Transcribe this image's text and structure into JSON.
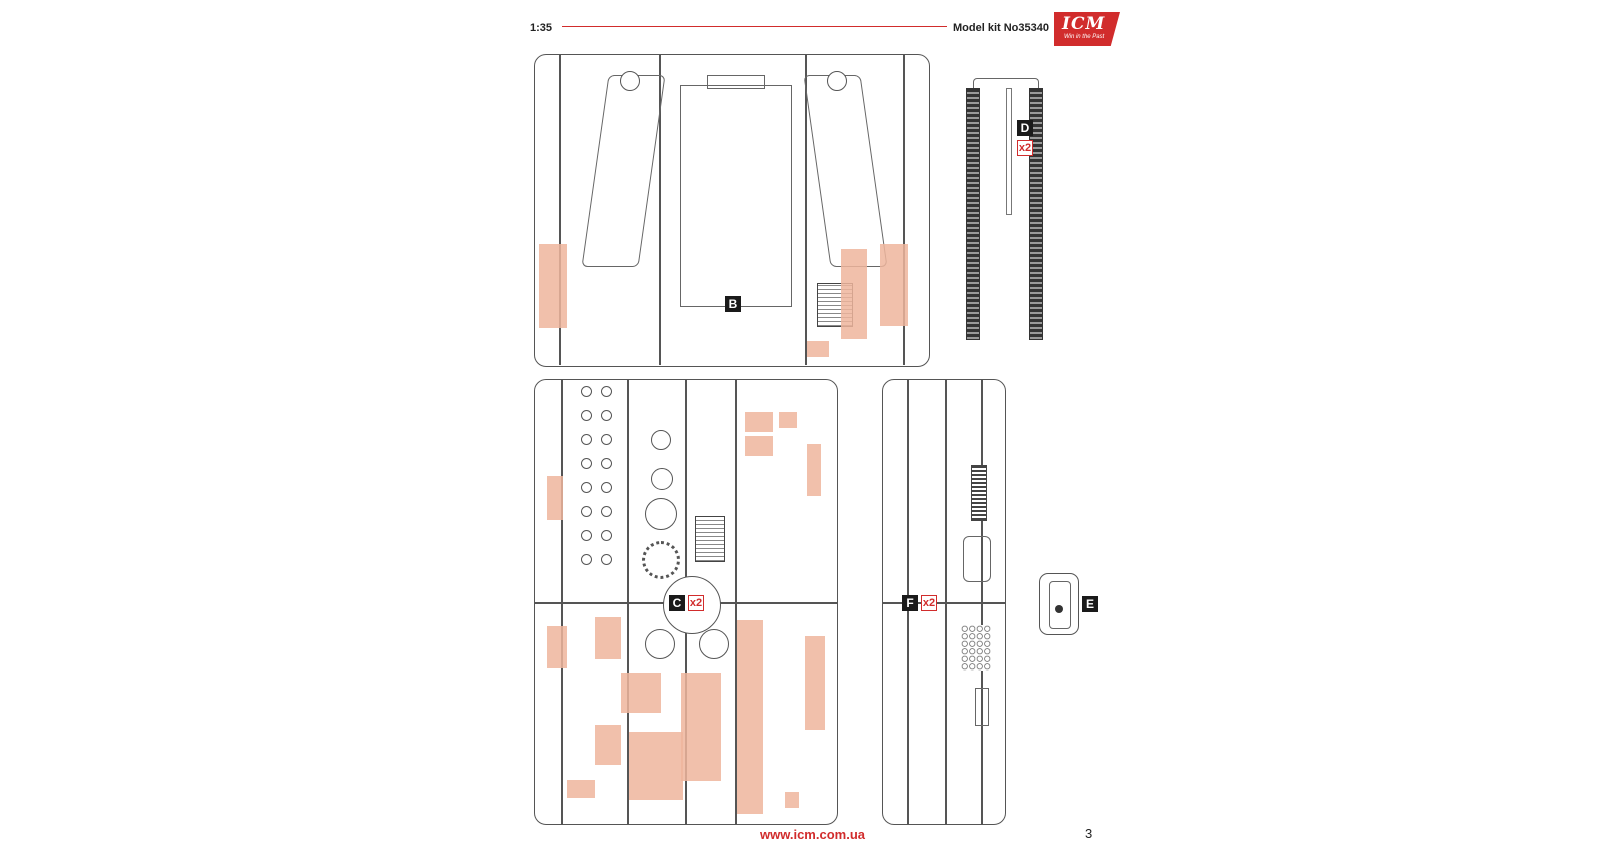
{
  "header": {
    "scale": "1:35",
    "kit_label": "Model kit No35340",
    "logo_text": "ICM",
    "logo_tagline": "Win in the Past"
  },
  "sprues": {
    "B": {
      "letter": "B"
    },
    "C": {
      "letter": "C",
      "count": "x2"
    },
    "D": {
      "letter": "D",
      "count": "x2"
    },
    "E": {
      "letter": "E"
    },
    "F": {
      "letter": "F",
      "count": "x2"
    }
  },
  "footer": {
    "website": "www.icm.com.ua",
    "page_number": "3"
  },
  "colors": {
    "brand_red": "#d12c2c",
    "unused_part_highlight": "#eeb59c",
    "sprue_outline": "#555555"
  },
  "icons": [
    "icm-logo-icon",
    "sprue-diagram-icon",
    "track-link-icon"
  ]
}
